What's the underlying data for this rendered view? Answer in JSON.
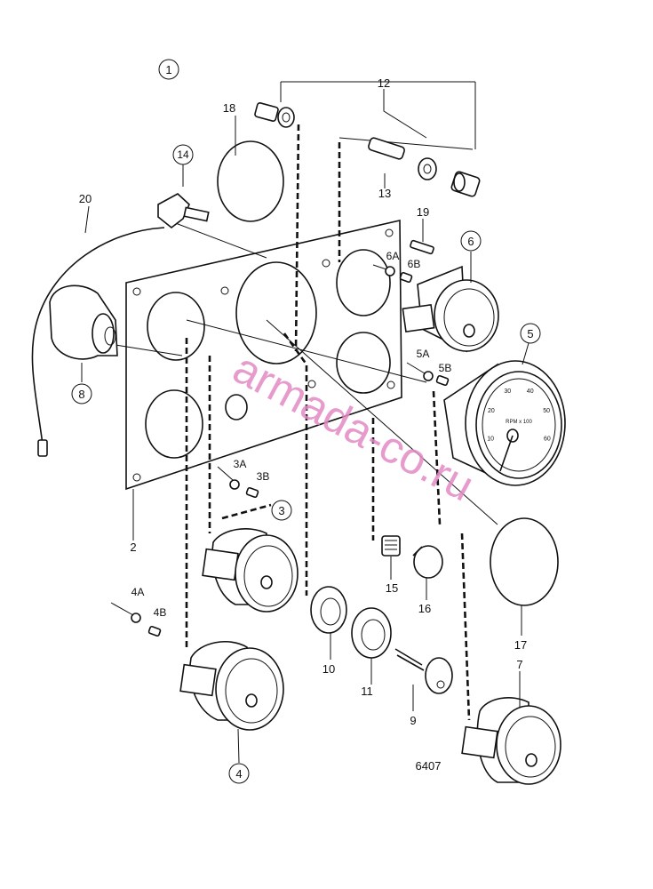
{
  "diagram": {
    "drawing_number": "6407",
    "watermark": "armada-co.ru",
    "callouts": [
      {
        "id": "1",
        "label": "1",
        "circled": true
      },
      {
        "id": "2",
        "label": "2",
        "circled": false
      },
      {
        "id": "3",
        "label": "3",
        "circled": true
      },
      {
        "id": "3A",
        "label": "3A",
        "circled": false
      },
      {
        "id": "3B",
        "label": "3B",
        "circled": false
      },
      {
        "id": "4",
        "label": "4",
        "circled": true
      },
      {
        "id": "4A",
        "label": "4A",
        "circled": false
      },
      {
        "id": "4B",
        "label": "4B",
        "circled": false
      },
      {
        "id": "5",
        "label": "5",
        "circled": true
      },
      {
        "id": "5A",
        "label": "5A",
        "circled": false
      },
      {
        "id": "5B",
        "label": "5B",
        "circled": false
      },
      {
        "id": "6",
        "label": "6",
        "circled": true
      },
      {
        "id": "6A",
        "label": "6A",
        "circled": false
      },
      {
        "id": "6B",
        "label": "6B",
        "circled": false
      },
      {
        "id": "7",
        "label": "7",
        "circled": false
      },
      {
        "id": "8",
        "label": "8",
        "circled": true
      },
      {
        "id": "9",
        "label": "9",
        "circled": false
      },
      {
        "id": "10",
        "label": "10",
        "circled": false
      },
      {
        "id": "11",
        "label": "11",
        "circled": false
      },
      {
        "id": "12",
        "label": "12",
        "circled": false
      },
      {
        "id": "13",
        "label": "13",
        "circled": false
      },
      {
        "id": "14",
        "label": "14",
        "circled": true
      },
      {
        "id": "15",
        "label": "15",
        "circled": false
      },
      {
        "id": "16",
        "label": "16",
        "circled": false
      },
      {
        "id": "17",
        "label": "17",
        "circled": false
      },
      {
        "id": "18",
        "label": "18",
        "circled": false
      },
      {
        "id": "19",
        "label": "19",
        "circled": false
      },
      {
        "id": "20",
        "label": "20",
        "circled": false
      }
    ],
    "tachometer": {
      "scale_labels": [
        "10",
        "20",
        "30",
        "40",
        "50",
        "60"
      ],
      "unit_text": "RPM x 100"
    }
  }
}
